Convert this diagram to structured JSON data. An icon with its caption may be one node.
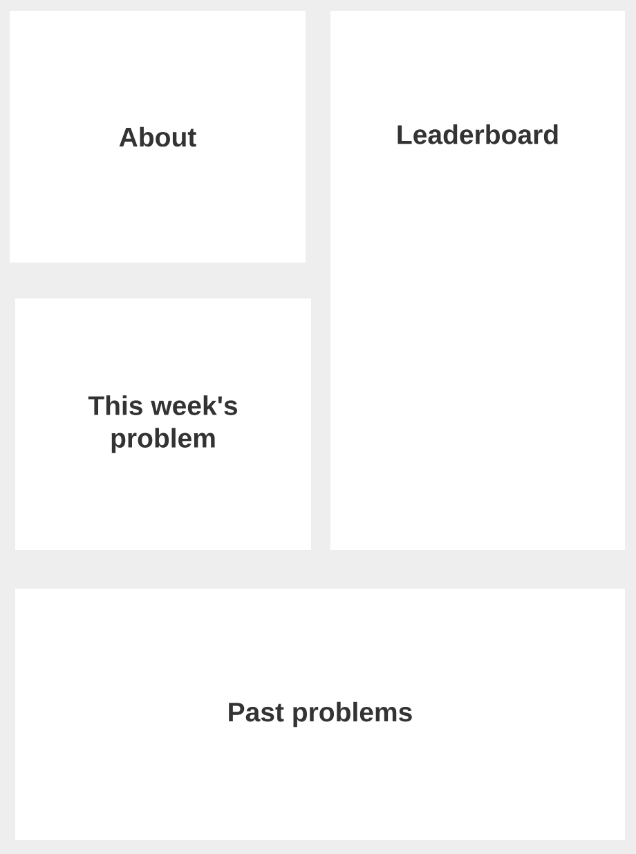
{
  "diagram": {
    "nodes": [
      {
        "text": [
          "About"
        ]
      },
      {
        "text": [
          "Leaderboard"
        ]
      },
      {
        "text": [
          "This week's problem"
        ]
      },
      {
        "text": [
          "Past problems"
        ]
      }
    ]
  }
}
